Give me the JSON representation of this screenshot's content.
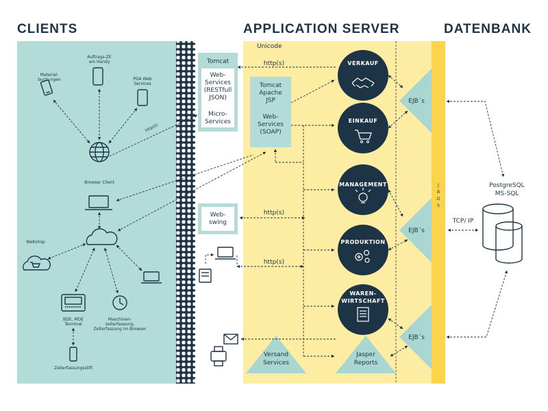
{
  "headers": {
    "clients": "CLIENTS",
    "app_server": "APPLICATION SERVER",
    "datenbank": "DATENBANK"
  },
  "clients": {
    "material": [
      "Material-",
      "buchungen"
    ],
    "auftrags": [
      "Auftrags-ZE",
      "am Handy"
    ],
    "pda": [
      "PDA Web",
      "Services"
    ],
    "https": "http(s)",
    "browser_client": "Browser Client",
    "webshop": "Webshop",
    "bde": [
      "BDE, MDE",
      "Terminal"
    ],
    "maschinen": [
      "Maschinen-",
      "zeiterfassung,",
      "Zeiterfassung im Browser"
    ],
    "stift": "Zeiterfassungsstift"
  },
  "app": {
    "unicode": "Unicode",
    "tomcat_title": "Tomcat",
    "tomcat_lines": [
      "Web-",
      "Services",
      "(RESTfull",
      "JSON)",
      "",
      "Micro-",
      "Services"
    ],
    "tomcat_jsp": [
      "Tomcat",
      "Apache",
      "JSP",
      "",
      "Web-",
      "Services",
      "(SOAP)"
    ],
    "webswing": [
      "Web-",
      "swing"
    ],
    "http_1": "http(s)",
    "http_2": "http(s)",
    "http_3": "http(s)",
    "circles": [
      {
        "label": "VERKAUF",
        "icon": "handshake-icon"
      },
      {
        "label": "EINKAUF",
        "icon": "cart-icon"
      },
      {
        "label": "MANAGEMENT",
        "icon": "lightbulb-icon"
      },
      {
        "label": "PRODUKTION",
        "icon": "gears-icon"
      },
      {
        "label": "WAREN-",
        "label2": "WIRTSCHAFT",
        "icon": "document-icon"
      }
    ],
    "ejb": [
      "EJB´s",
      "EJB´s",
      "EJB´s"
    ],
    "jbds": [
      "J",
      "B",
      "D",
      "S"
    ],
    "versand": [
      "Versand",
      "Services"
    ],
    "jasper": [
      "Jasper",
      "Reports"
    ]
  },
  "db": {
    "names": [
      "PostgreSQL",
      "MS-SQL"
    ],
    "tcp": "TCP/ IP"
  },
  "colors": {
    "teal": "#b3dcd9",
    "yellow": "#fdeda2",
    "navy": "#1d3446",
    "gold": "#fcd34d",
    "tri": "#a9d6d1"
  }
}
